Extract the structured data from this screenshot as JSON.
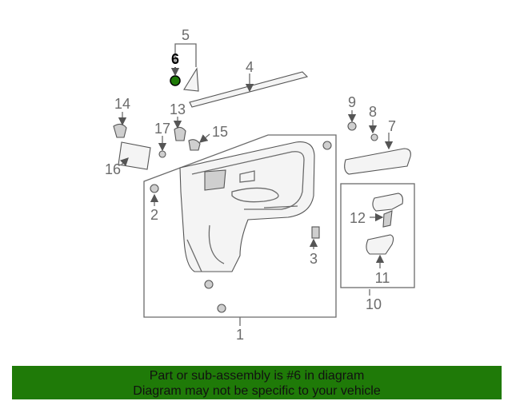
{
  "diagram": {
    "callouts": [
      "1",
      "2",
      "3",
      "4",
      "5",
      "6",
      "7",
      "8",
      "9",
      "10",
      "11",
      "12",
      "13",
      "14",
      "15",
      "16",
      "17"
    ],
    "highlight_color": "#1f7a08",
    "highlight_part": "6"
  },
  "banner": {
    "line1": "Part or sub-assembly is #6 in diagram",
    "line2": "Diagram may not be specific to your vehicle",
    "background": "#1f7a08"
  }
}
